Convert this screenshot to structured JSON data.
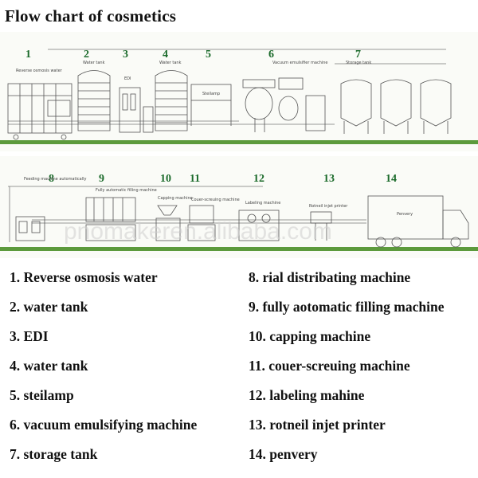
{
  "title": "Flow chart of cosmetics",
  "top_line": {
    "steps": [
      {
        "num": "1",
        "caption": "Reverse osmosis water"
      },
      {
        "num": "2",
        "caption": "Water tank"
      },
      {
        "num": "3",
        "caption": "EDI"
      },
      {
        "num": "4",
        "caption": "Water tank"
      },
      {
        "num": "5",
        "caption": "Steilamp"
      },
      {
        "num": "6",
        "caption": "Vacuum emulsifier machine"
      },
      {
        "num": "7",
        "caption": "Storage tank"
      }
    ]
  },
  "bottom_line": {
    "steps": [
      {
        "num": "8",
        "caption": "Feeding machine automatically"
      },
      {
        "num": "9",
        "caption": "Fully automatic filling machine"
      },
      {
        "num": "10",
        "caption": "Capping machine"
      },
      {
        "num": "11",
        "caption": "Couer-screuing machine"
      },
      {
        "num": "12",
        "caption": "Labeling machine"
      },
      {
        "num": "13",
        "caption": "Rotneil injet printer"
      },
      {
        "num": "14",
        "caption": "Penvery"
      }
    ]
  },
  "watermark": "pnomakeren.alibaba.com",
  "legend": [
    "1. Reverse osmosis water",
    "2. water tank",
    "3. EDI",
    "4. water tank",
    "5. steilamp",
    "6. vacuum emulsifying machine",
    "7. storage tank",
    "8. rial distribating machine",
    "9. fully aotomatic filling machine",
    "10. capping machine",
    "11. couer-screuing machine",
    "12. labeling mahine",
    "13. rotneil injet printer",
    "14. penvery"
  ],
  "colors": {
    "line_art": "#555555",
    "step_number": "#1a6a2a",
    "floor": "#5c9a3c",
    "text": "#111111"
  }
}
